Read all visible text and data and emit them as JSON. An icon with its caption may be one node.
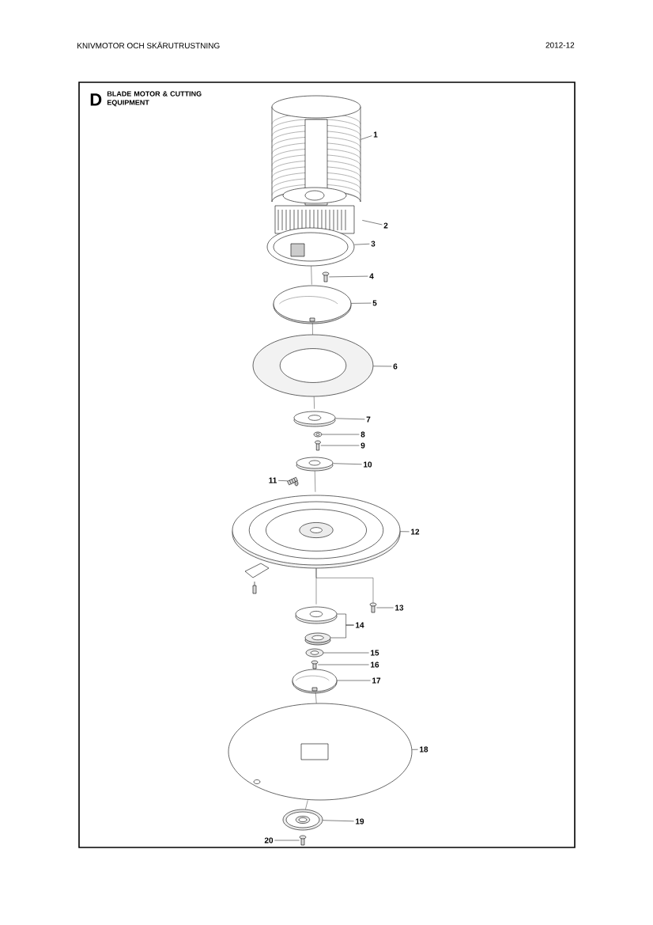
{
  "diagram": {
    "title": "KNIVMOTOR OCH SKÄRUTRUSTNING",
    "nodes": [
      {
        "text": [
          "1"
        ]
      },
      {
        "text": [
          "2"
        ]
      },
      {
        "text": [
          "3"
        ]
      },
      {
        "text": [
          "4"
        ]
      },
      {
        "text": [
          "5"
        ]
      },
      {
        "text": [
          "6"
        ]
      },
      {
        "text": [
          "7"
        ]
      },
      {
        "text": [
          "8"
        ]
      },
      {
        "text": [
          "9"
        ]
      },
      {
        "text": [
          "10"
        ]
      },
      {
        "text": [
          "11"
        ]
      },
      {
        "text": [
          "12"
        ]
      },
      {
        "text": [
          "13"
        ]
      },
      {
        "text": [
          "14"
        ]
      },
      {
        "text": [
          "15"
        ]
      },
      {
        "text": [
          "16"
        ]
      },
      {
        "text": [
          "17"
        ]
      },
      {
        "text": [
          "18"
        ]
      },
      {
        "text": [
          "19"
        ]
      },
      {
        "text": [
          "20"
        ]
      },
      {
        "text": [],
        "shape": "picture"
      },
      {
        "text": [],
        "shape": "picture"
      },
      {
        "text": [],
        "shape": "picture"
      },
      {
        "text": [],
        "shape": "picture"
      },
      {
        "text": [],
        "shape": "picture"
      },
      {
        "text": [],
        "shape": "picture"
      },
      {
        "text": [],
        "shape": "picture"
      },
      {
        "text": [],
        "shape": "picture"
      },
      {
        "text": [],
        "shape": "picture"
      },
      {
        "text": [],
        "shape": "picture"
      },
      {
        "text": [],
        "shape": "picture"
      },
      {
        "text": [],
        "shape": "picture"
      },
      {
        "text": [],
        "shape": "picture"
      },
      {
        "text": [],
        "shape": "picture"
      },
      {
        "text": [],
        "shape": "picture"
      },
      {
        "text": [],
        "shape": "picture"
      },
      {
        "text": [],
        "shape": "picture"
      },
      {
        "text": [],
        "shape": "picture"
      },
      {
        "text": [],
        "shape": "picture"
      },
      {
        "text": [],
        "shape": "picture"
      },
      {
        "text": [],
        "shape": "picture"
      }
    ],
    "edges": [
      {
        "from": 0,
        "to": 20,
        "arrow": "none"
      },
      {
        "from": 1,
        "to": 21,
        "arrow": "none"
      },
      {
        "from": 2,
        "to": 22,
        "arrow": "none"
      },
      {
        "from": 3,
        "to": 23,
        "arrow": "none"
      },
      {
        "from": 4,
        "to": 24,
        "arrow": "none"
      },
      {
        "from": 5,
        "to": 25,
        "arrow": "none"
      },
      {
        "from": 6,
        "to": 26,
        "arrow": "none"
      },
      {
        "from": 7,
        "to": 27,
        "arrow": "none"
      },
      {
        "from": 8,
        "to": 28,
        "arrow": "none"
      },
      {
        "from": 9,
        "to": 29,
        "arrow": "none"
      },
      {
        "from": 10,
        "to": 30,
        "arrow": "none"
      },
      {
        "from": 11,
        "to": 31,
        "arrow": "none"
      },
      {
        "from": 12,
        "to": 32,
        "arrow": "none"
      },
      {
        "from": 13,
        "to": 33,
        "arrow": "none"
      },
      {
        "from": 13,
        "to": 34,
        "arrow": "none"
      },
      {
        "from": 14,
        "to": 35,
        "arrow": "none"
      },
      {
        "from": 15,
        "to": 36,
        "arrow": "none"
      },
      {
        "from": 16,
        "to": 37,
        "arrow": "none"
      },
      {
        "from": 17,
        "to": 38,
        "arrow": "none"
      },
      {
        "from": 18,
        "to": 39,
        "arrow": "none"
      },
      {
        "from": 19,
        "to": 40,
        "arrow": "none"
      },
      {
        "from": 22,
        "to": 24,
        "arrow": "none"
      },
      {
        "from": 24,
        "to": 25,
        "arrow": "none"
      },
      {
        "from": 25,
        "to": 26,
        "arrow": "none"
      },
      {
        "from": 29,
        "to": 31,
        "arrow": "none"
      },
      {
        "from": 31,
        "to": 32,
        "arrow": "none"
      },
      {
        "from": 31,
        "to": 33,
        "arrow": "none"
      },
      {
        "from": 37,
        "to": 38,
        "arrow": "none"
      },
      {
        "from": 38,
        "to": 39,
        "arrow": "none"
      }
    ],
    "labels": [
      "2012-12",
      "D",
      "BLADE MOTOR & CUTTING EQUIPMENT"
    ]
  }
}
